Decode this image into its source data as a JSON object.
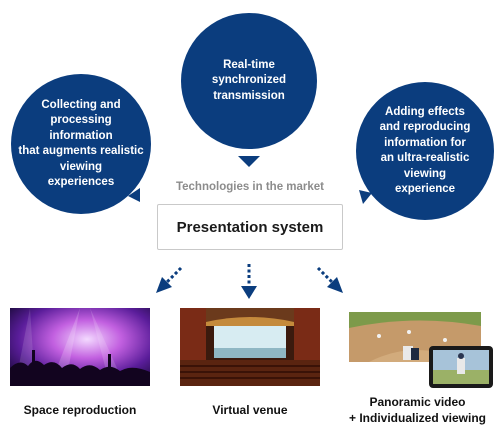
{
  "colors": {
    "navy": "#0b3d7e",
    "gray_label": "#8c8c8c"
  },
  "circles": {
    "top": "Real-time\nsynchronized\ntransmission",
    "left": "Collecting and\nprocessing\ninformation\nthat augments realistic\nviewing\nexperiences",
    "right": "Adding effects\nand reproducing\ninformation for\nan ultra-realistic\nviewing\nexperience"
  },
  "technologies_label": "Technologies in the market",
  "presentation_system": "Presentation system",
  "outputs": [
    {
      "caption": "Space reproduction",
      "icon": "concert-photo"
    },
    {
      "caption": "Virtual venue",
      "icon": "theater-photo"
    },
    {
      "caption": "Panoramic video\n+ Individualized viewing",
      "icon": "baseball-tablet-photo"
    }
  ]
}
